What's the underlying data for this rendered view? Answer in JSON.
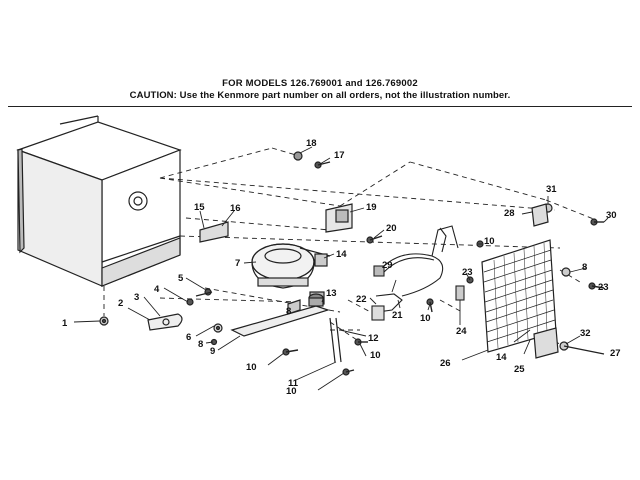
{
  "header": {
    "line1": "FOR MODELS 126.769001 and 126.769002",
    "line2": "CAUTION: Use the Kenmore part number on all orders, not the illustration number."
  },
  "callouts": [
    "1",
    "2",
    "3",
    "4",
    "5",
    "6",
    "7",
    "8",
    "9",
    "10",
    "11",
    "12",
    "13",
    "14",
    "15",
    "16",
    "17",
    "18",
    "19",
    "20",
    "21",
    "22",
    "23",
    "24",
    "25",
    "26",
    "27",
    "28",
    "29",
    "30",
    "31",
    "32"
  ]
}
